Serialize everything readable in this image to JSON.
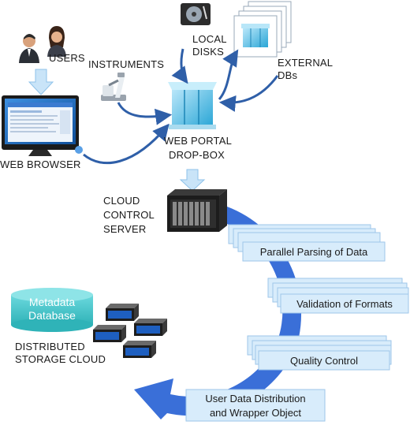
{
  "labels": {
    "users": "USERS",
    "instruments": "INSTRUMENTS",
    "local_disks_line1": "LOCAL",
    "local_disks_line2": "DISKS",
    "external_dbs_line1": "EXTERNAL",
    "external_dbs_line2": "DBs",
    "web_browser": "WEB BROWSER",
    "web_portal_line1": "WEB PORTAL",
    "web_portal_line2": "DROP-BOX",
    "cloud_server_line1": "CLOUD",
    "cloud_server_line2": "CONTROL",
    "cloud_server_line3": "SERVER",
    "distributed_line1": "DISTRIBUTED",
    "distributed_line2": "STORAGE CLOUD"
  },
  "metadata_db": {
    "line1": "Metadata",
    "line2": "Database"
  },
  "pipeline_steps": [
    "Parallel Parsing of Data",
    "Validation of Formats",
    "Quality Control"
  ],
  "final_step": {
    "line1": "User Data Distribution",
    "line2": "and Wrapper Object"
  },
  "colors": {
    "arrow_blue": "#2f5fa8",
    "cycle_blue": "#3a6fd8",
    "doc_fill": "#d8ecfb",
    "doc_stroke": "#9ec6ea",
    "teal": "#3fc4c9",
    "monitor_blue": "#1f6fc0"
  },
  "icons": [
    "user-male-icon",
    "user-female-icon",
    "microscope-icon",
    "hard-disk-icon",
    "database-icon",
    "monitor-icon",
    "server-rack-icon",
    "storage-unit-icon",
    "cylinder-icon"
  ]
}
